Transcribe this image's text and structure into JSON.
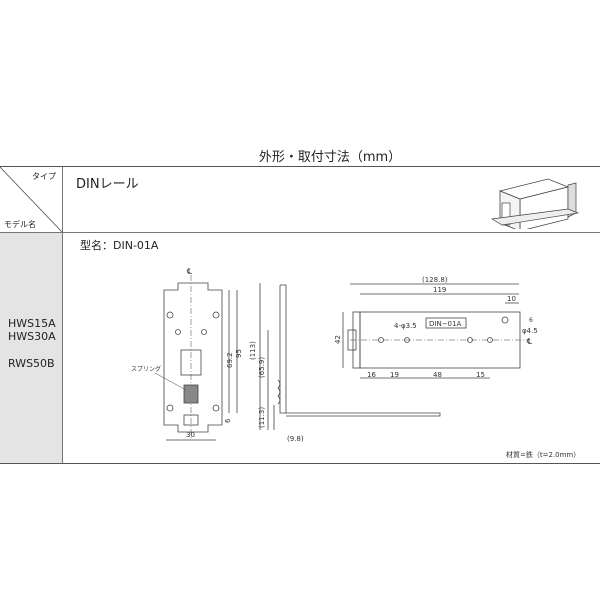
{
  "title": "外形・取付寸法（mm）",
  "table": {
    "header_type": "タイプ",
    "header_model": "モデル名",
    "type_value": "DINレール",
    "model_name": "型名：DIN-01A",
    "models": [
      "HWS15A",
      "HWS30A",
      "RWS50B"
    ]
  },
  "drawing": {
    "front": {
      "centerline": "℄",
      "spring_label": "スプリング",
      "dim_width": "30",
      "dim_95": "95",
      "dim_69_2": "69.2",
      "dim_6": "6"
    },
    "side": {
      "dim_113": "(113)",
      "dim_65_9": "(65.9)",
      "dim_11_3": "(11.3)",
      "dim_9_8": "(9.8)"
    },
    "plate": {
      "dim_128_8": "(128.8)",
      "dim_119": "119",
      "dim_10": "10",
      "dim_6": "6",
      "dim_42": "42",
      "holes_label": "4-φ3.5",
      "hole_label": "φ4.5",
      "plate_label": "DIN−01A",
      "centerline": "℄",
      "dims_bottom": [
        "16",
        "19",
        "48",
        "15"
      ]
    },
    "material": "材質=鉄（t=2.0mm）"
  }
}
